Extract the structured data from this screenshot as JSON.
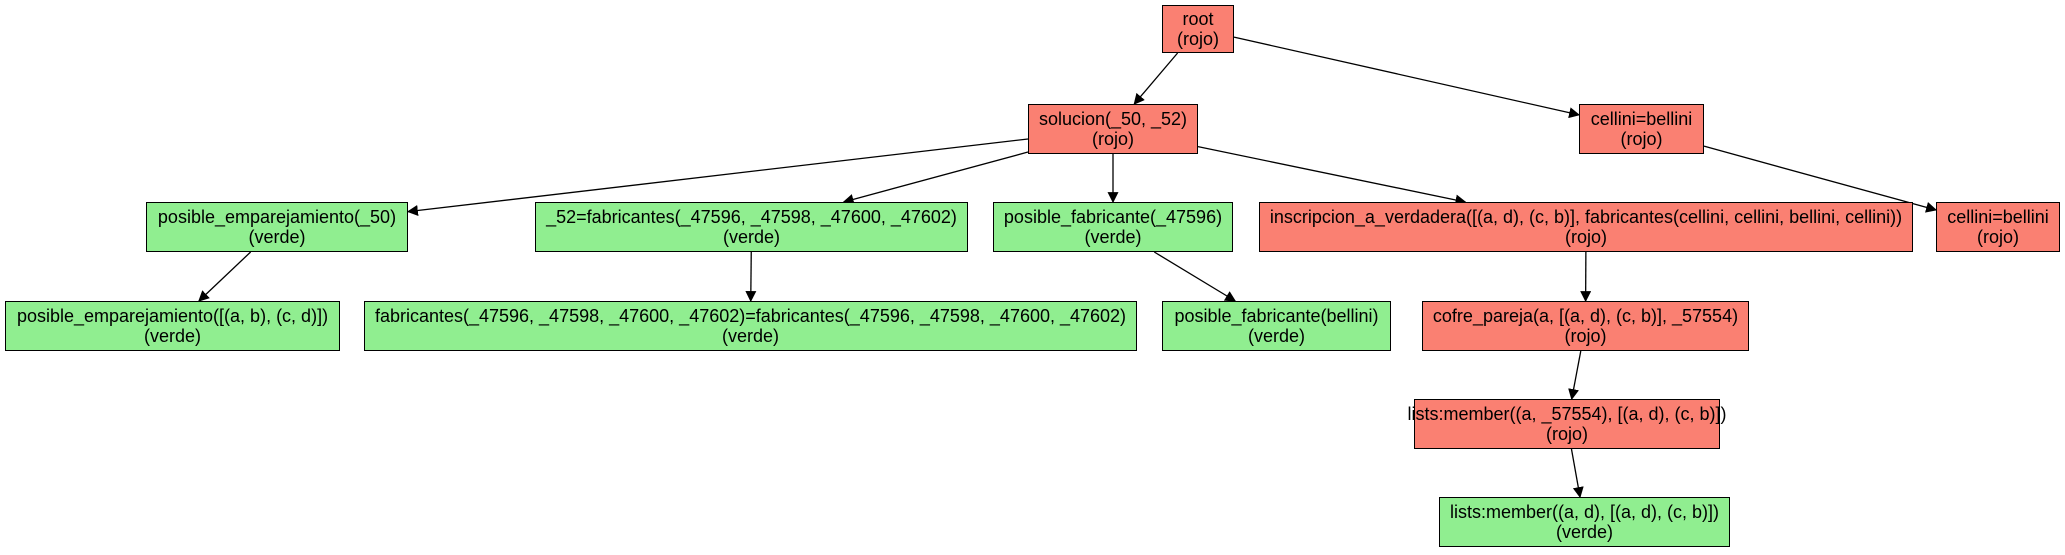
{
  "diagram": {
    "colors": {
      "rojo": "#fa8072",
      "verde": "#90ee90",
      "edge": "#000000"
    },
    "nodes": [
      {
        "id": "n0",
        "label": "root",
        "status": "(rojo)"
      },
      {
        "id": "n1",
        "label": "solucion(_50, _52)",
        "status": "(rojo)"
      },
      {
        "id": "n2",
        "label": "cellini=bellini",
        "status": "(rojo)"
      },
      {
        "id": "n3",
        "label": "posible_emparejamiento(_50)",
        "status": "(verde)"
      },
      {
        "id": "n4",
        "label": "_52=fabricantes(_47596, _47598, _47600, _47602)",
        "status": "(verde)"
      },
      {
        "id": "n5",
        "label": "posible_fabricante(_47596)",
        "status": "(verde)"
      },
      {
        "id": "n6",
        "label": "inscripcion_a_verdadera([(a, d), (c, b)], fabricantes(cellini, cellini, bellini, cellini))",
        "status": "(rojo)"
      },
      {
        "id": "n7",
        "label": "cellini=bellini",
        "status": "(rojo)"
      },
      {
        "id": "n8",
        "label": "posible_emparejamiento([(a, b), (c, d)])",
        "status": "(verde)"
      },
      {
        "id": "n9",
        "label": "fabricantes(_47596, _47598, _47600, _47602)=fabricantes(_47596, _47598, _47600, _47602)",
        "status": "(verde)"
      },
      {
        "id": "n10",
        "label": "posible_fabricante(bellini)",
        "status": "(verde)"
      },
      {
        "id": "n11",
        "label": "cofre_pareja(a, [(a, d), (c, b)], _57554)",
        "status": "(rojo)"
      },
      {
        "id": "n12",
        "label": "lists:member((a, _57554), [(a, d), (c, b)])",
        "status": "(rojo)"
      },
      {
        "id": "n13",
        "label": "lists:member((a, d), [(a, d), (c, b)])",
        "status": "(verde)"
      }
    ],
    "edges": [
      [
        "n0",
        "n1"
      ],
      [
        "n0",
        "n2"
      ],
      [
        "n1",
        "n3"
      ],
      [
        "n1",
        "n4"
      ],
      [
        "n1",
        "n5"
      ],
      [
        "n1",
        "n6"
      ],
      [
        "n2",
        "n7"
      ],
      [
        "n3",
        "n8"
      ],
      [
        "n4",
        "n9"
      ],
      [
        "n5",
        "n10"
      ],
      [
        "n6",
        "n11"
      ],
      [
        "n11",
        "n12"
      ],
      [
        "n12",
        "n13"
      ]
    ]
  }
}
